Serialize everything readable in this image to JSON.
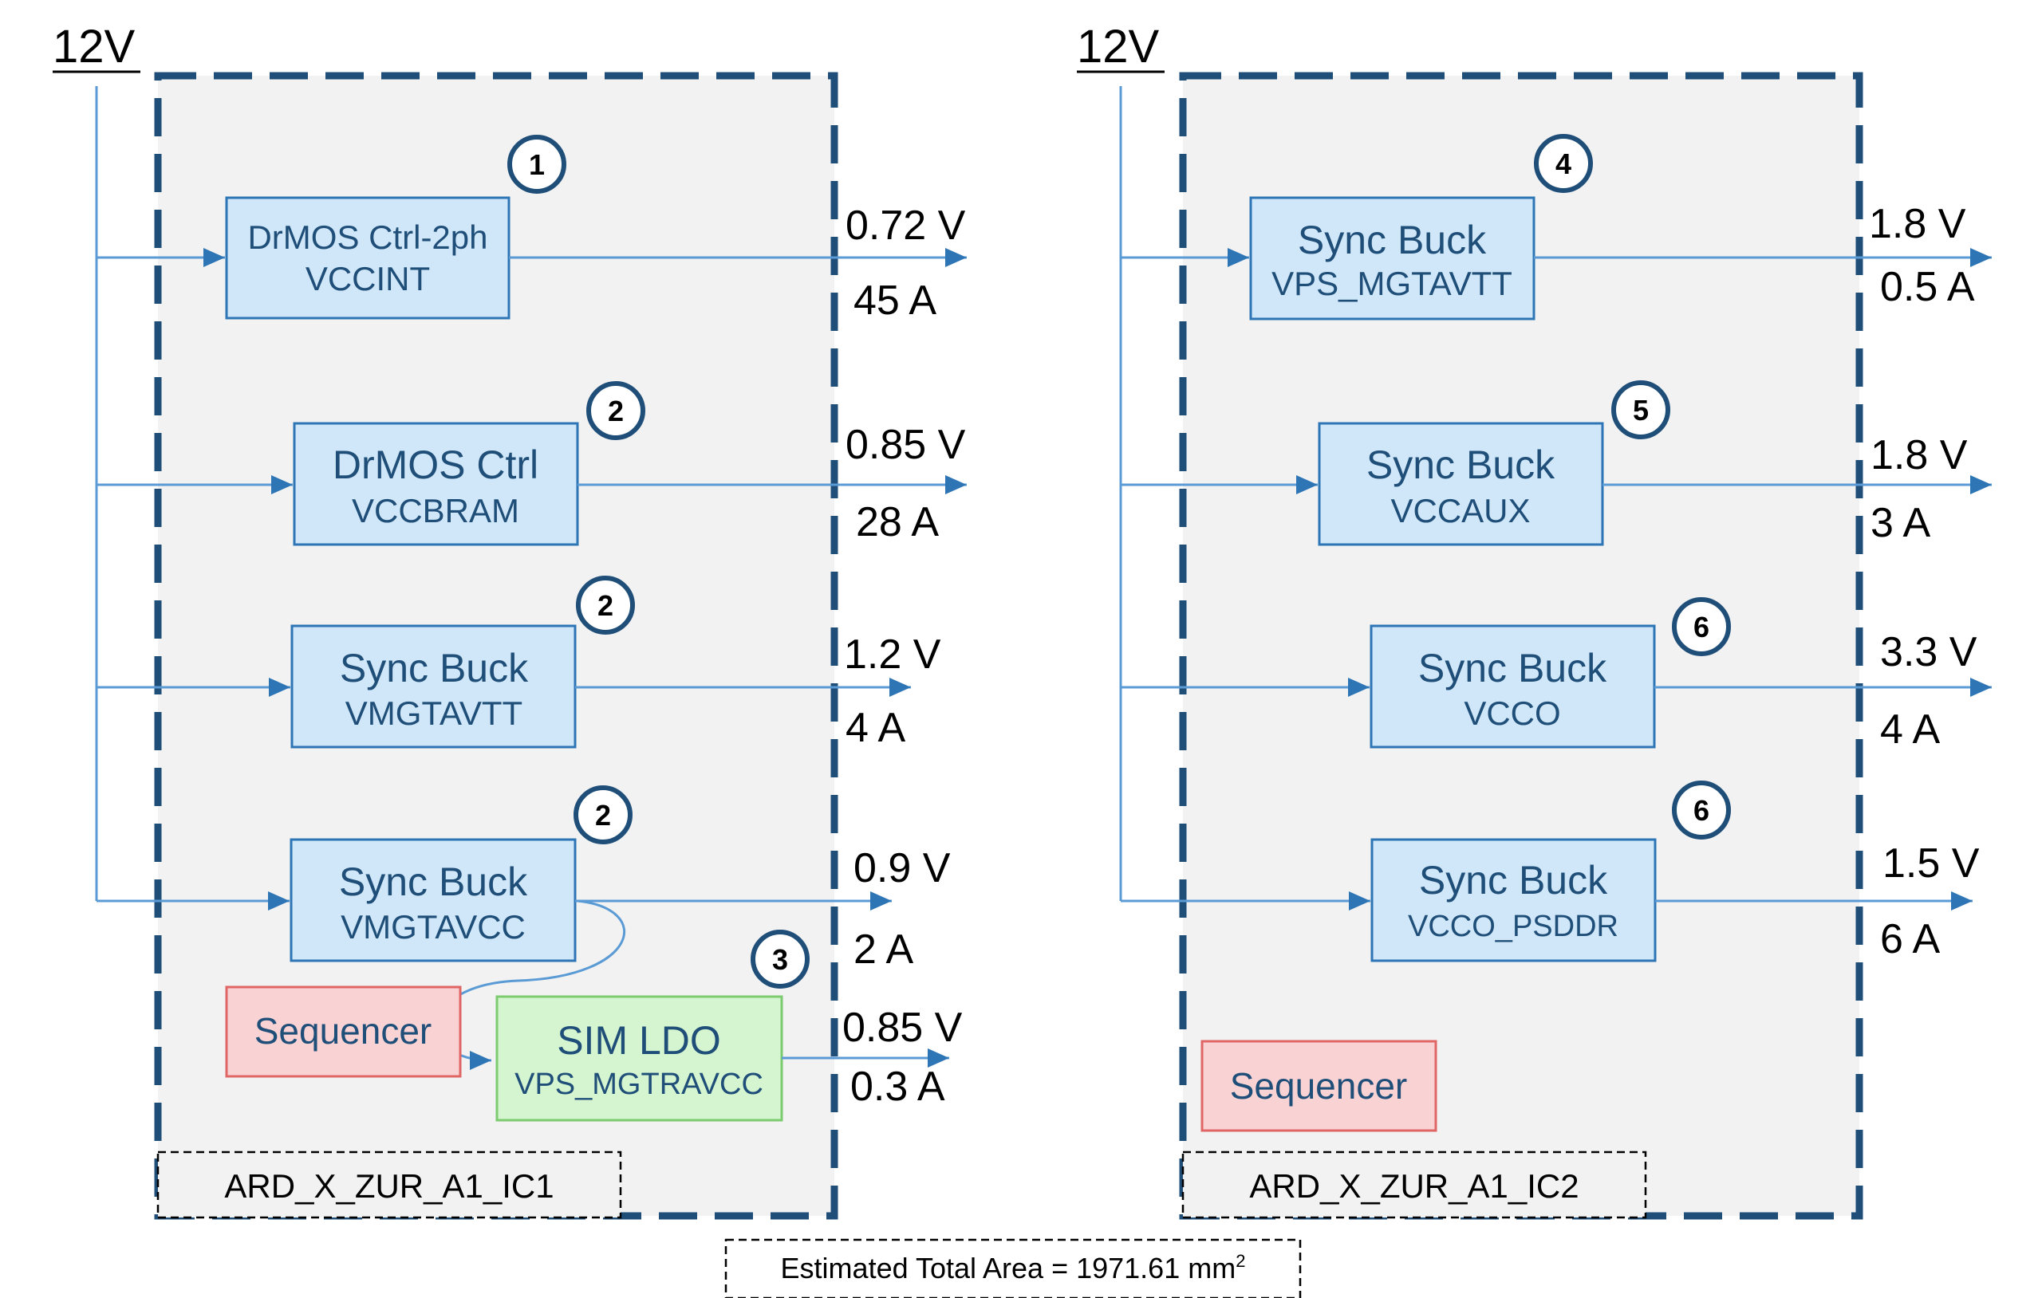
{
  "colors": {
    "box_fill": "#cfe7f8",
    "box_stroke": "#2e75b6",
    "line": "#5b9bd5",
    "boundary": "#1f4e79",
    "panel_fill": "#f2f2f2",
    "sequencer_fill": "#f9d3d3",
    "sequencer_stroke": "#e06666",
    "ldo_fill": "#d5f5d0",
    "ldo_stroke": "#7ccb6e",
    "badge_stroke": "#1f4e79"
  },
  "left": {
    "rail": "12V",
    "ic_label": "ARD_X_ZUR_A1_IC1",
    "sequencer": "Sequencer",
    "regulators": [
      {
        "title": "DrMOS Ctrl-2ph",
        "name": "VCCINT",
        "badge": "1",
        "voltage": "0.72 V",
        "current": "45 A"
      },
      {
        "title": "DrMOS Ctrl",
        "name": "VCCBRAM",
        "badge": "2",
        "voltage": "0.85 V",
        "current": "28 A"
      },
      {
        "title": "Sync Buck",
        "name": "VMGTAVTT",
        "badge": "2",
        "voltage": "1.2 V",
        "current": "4 A"
      },
      {
        "title": "Sync Buck",
        "name": "VMGTAVCC",
        "badge": "2",
        "voltage": "0.9 V",
        "current": "2 A"
      }
    ],
    "ldo": {
      "title": "SIM LDO",
      "name": "VPS_MGTRAVCC",
      "badge": "3",
      "voltage": "0.85 V",
      "current": "0.3 A"
    }
  },
  "right": {
    "rail": "12V",
    "ic_label": "ARD_X_ZUR_A1_IC2",
    "sequencer": "Sequencer",
    "regulators": [
      {
        "title": "Sync Buck",
        "name": "VPS_MGTAVTT",
        "badge": "4",
        "voltage": "1.8 V",
        "current": "0.5 A"
      },
      {
        "title": "Sync Buck",
        "name": "VCCAUX",
        "badge": "5",
        "voltage": "1.8 V",
        "current": "3 A"
      },
      {
        "title": "Sync Buck",
        "name": "VCCO",
        "badge": "6",
        "voltage": "3.3 V",
        "current": "4 A"
      },
      {
        "title": "Sync Buck",
        "name": "VCCO_PSDDR",
        "badge": "6",
        "voltage": "1.5 V",
        "current": "6 A"
      }
    ]
  },
  "footer": {
    "area_text": "Estimated Total Area = 1971.61 mm",
    "area_sup": "2"
  }
}
